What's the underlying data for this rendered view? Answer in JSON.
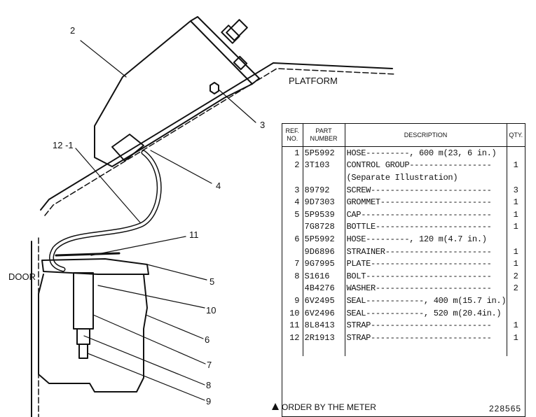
{
  "labels": {
    "platform": "PLATFORM",
    "door": "DOOR"
  },
  "callouts": [
    "2",
    "3",
    "4",
    "12 -1",
    "11",
    "5",
    "10",
    "6",
    "7",
    "8",
    "9"
  ],
  "table": {
    "headers": {
      "ref": "REF. NO.",
      "part": "PART NUMBER",
      "desc": "DESCRIPTION",
      "qty": "QTY."
    },
    "rows": [
      {
        "ref": "1",
        "part": "5P5992",
        "desc": "HOSE---------, 600 m(23, 6 in.)",
        "qty": "",
        "meter": true
      },
      {
        "ref": "2",
        "part": "3T103",
        "desc": "CONTROL GROUP-----------------",
        "qty": "1",
        "meter": false
      },
      {
        "ref": "",
        "part": "",
        "desc": "  (Separate Illustration)",
        "qty": "",
        "meter": false
      },
      {
        "ref": "3",
        "part": "89792",
        "desc": "SCREW-------------------------",
        "qty": "3",
        "meter": false
      },
      {
        "ref": "4",
        "part": "9D7303",
        "desc": "GROMMET-----------------------",
        "qty": "1",
        "meter": false
      },
      {
        "ref": "5",
        "part": "5P9539",
        "desc": "CAP---------------------------",
        "qty": "1",
        "meter": false
      },
      {
        "ref": "",
        "part": "7G8728",
        "desc": "BOTTLE------------------------",
        "qty": "1",
        "meter": false
      },
      {
        "ref": "6",
        "part": "5P5992",
        "desc": "HOSE---------, 120 m(4.7 in.)",
        "qty": "",
        "meter": true
      },
      {
        "ref": "",
        "part": "9D6896",
        "desc": "STRAINER----------------------",
        "qty": "1",
        "meter": false
      },
      {
        "ref": "7",
        "part": "9G7995",
        "desc": "PLATE-------------------------",
        "qty": "1",
        "meter": false
      },
      {
        "ref": "8",
        "part": "S1616",
        "desc": "BOLT--------------------------",
        "qty": "2",
        "meter": false
      },
      {
        "ref": "",
        "part": "4B4276",
        "desc": "WASHER------------------------",
        "qty": "2",
        "meter": false
      },
      {
        "ref": "9",
        "part": "6V2495",
        "desc": "SEAL------------, 400 m(15.7 in.)",
        "qty": "",
        "meter": true
      },
      {
        "ref": "10",
        "part": "6V2496",
        "desc": "SEAL------------, 520 m(20.4in.)",
        "qty": "",
        "meter": true
      },
      {
        "ref": "11",
        "part": "8L8413",
        "desc": "STRAP-------------------------",
        "qty": "1",
        "meter": false
      },
      {
        "ref": "12",
        "part": "2R1913",
        "desc": "STRAP-------------------------",
        "qty": "1",
        "meter": false
      }
    ]
  },
  "footnote": "ORDER BY THE METER",
  "figure_number": "228565"
}
